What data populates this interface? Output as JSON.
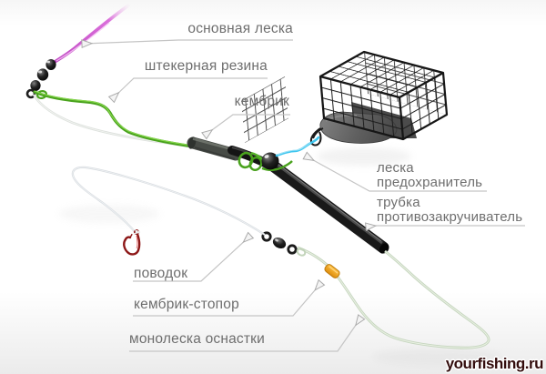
{
  "labels": {
    "main_line": "основная леска",
    "elastic": "штекерная резина",
    "cambric": "кембрик",
    "safety_line": [
      "леска",
      "предохранитель"
    ],
    "antitwist": [
      "трубка",
      "противозакручиватель"
    ],
    "leader": "поводок",
    "stopper": "кембрик-стопор",
    "rig_mono": "монолеска оснастки"
  },
  "watermark": "yourfishing.ru",
  "colors": {
    "main_line_pink": "#d65fd6",
    "elastic_green": "#4aa31e",
    "safety_cyan": "#3fc6ef",
    "stopper_orange": "#f2a21c",
    "hook_red": "#8d1717",
    "mono_pale_green": "#c6d6bf",
    "label_text": "#6e6e6e"
  }
}
